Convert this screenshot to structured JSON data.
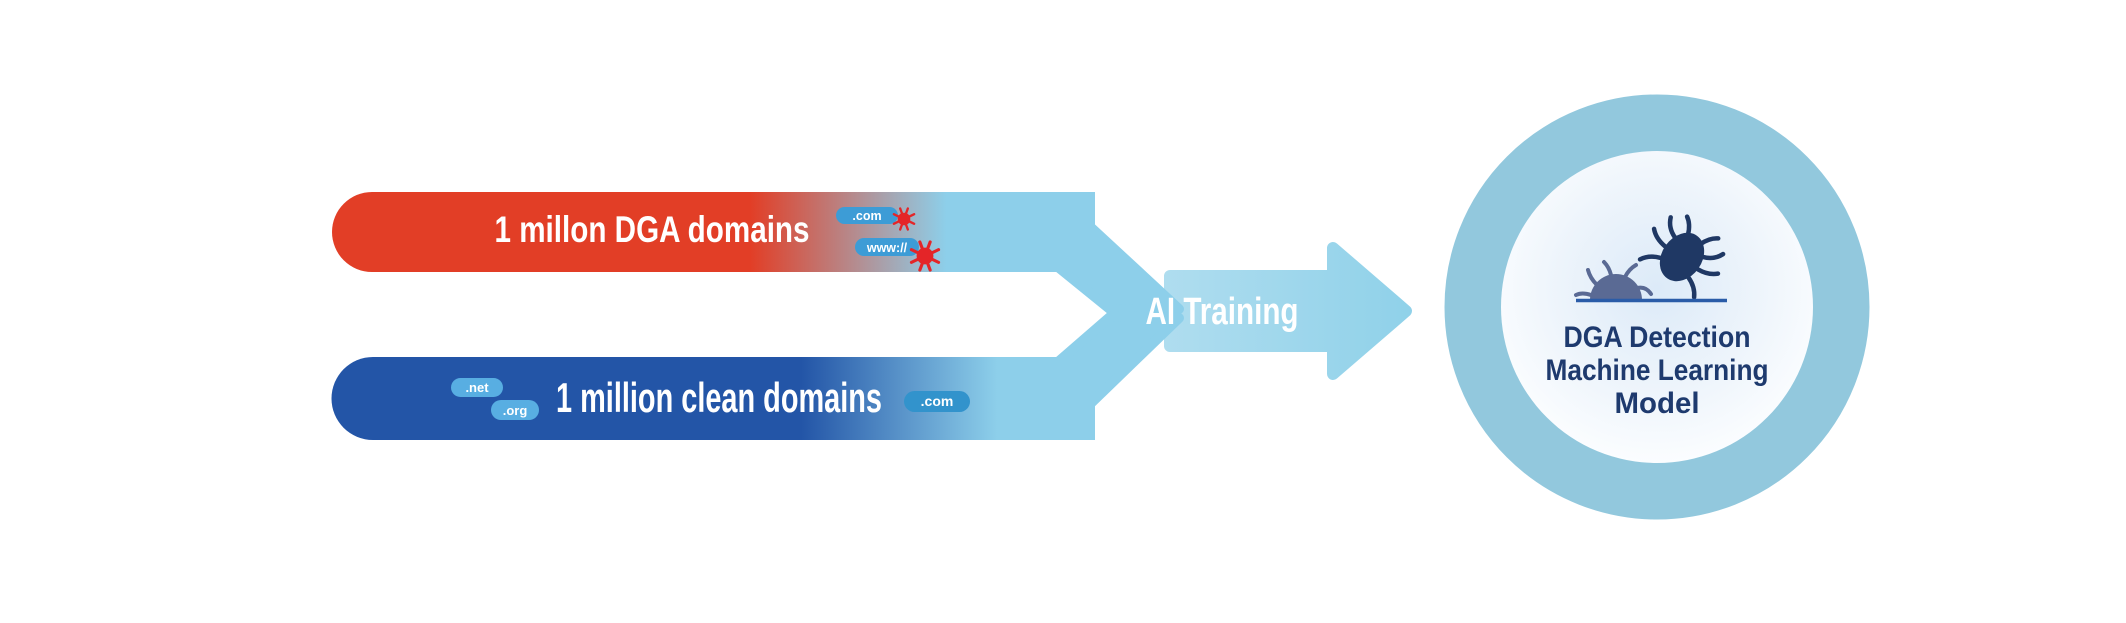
{
  "flow": {
    "dga_bar": {
      "label": "1 millon DGA domains",
      "badges": {
        "com": ".com",
        "www": "www://"
      }
    },
    "clean_bar": {
      "label": "1 million clean domains",
      "badges": {
        "net": ".net",
        "org": ".org",
        "com": ".com"
      }
    },
    "arrow": {
      "label": "AI Training"
    },
    "model": {
      "line1": "DGA Detection",
      "line2": "Machine Learning",
      "line3": "Model"
    }
  },
  "icons": {
    "malware_bug_small": "red-bug-icon",
    "malware_bug_large": "navy-bug-icon",
    "emerging_bug": "slate-half-bug-icon"
  },
  "colors": {
    "dga_red": "#E23E26",
    "clean_blue": "#2355A7",
    "flow_blue": "#8DCFEA",
    "arrow_blue_light": "#AFDDEF",
    "arrow_blue": "#8FD1E9",
    "ring_blue": "#92C8DD",
    "badge_blue": "#3D9CD6",
    "badge_blue_dark": "#3293CC",
    "badge_blue_light": "#58AEE2",
    "bug_red": "#E42528",
    "bug_navy": "#1F3864",
    "bug_slate": "#5A6A94",
    "ground_line": "#2A5CA8",
    "text_navy": "#1E3A6E",
    "label_white": "#FFFFFF"
  }
}
